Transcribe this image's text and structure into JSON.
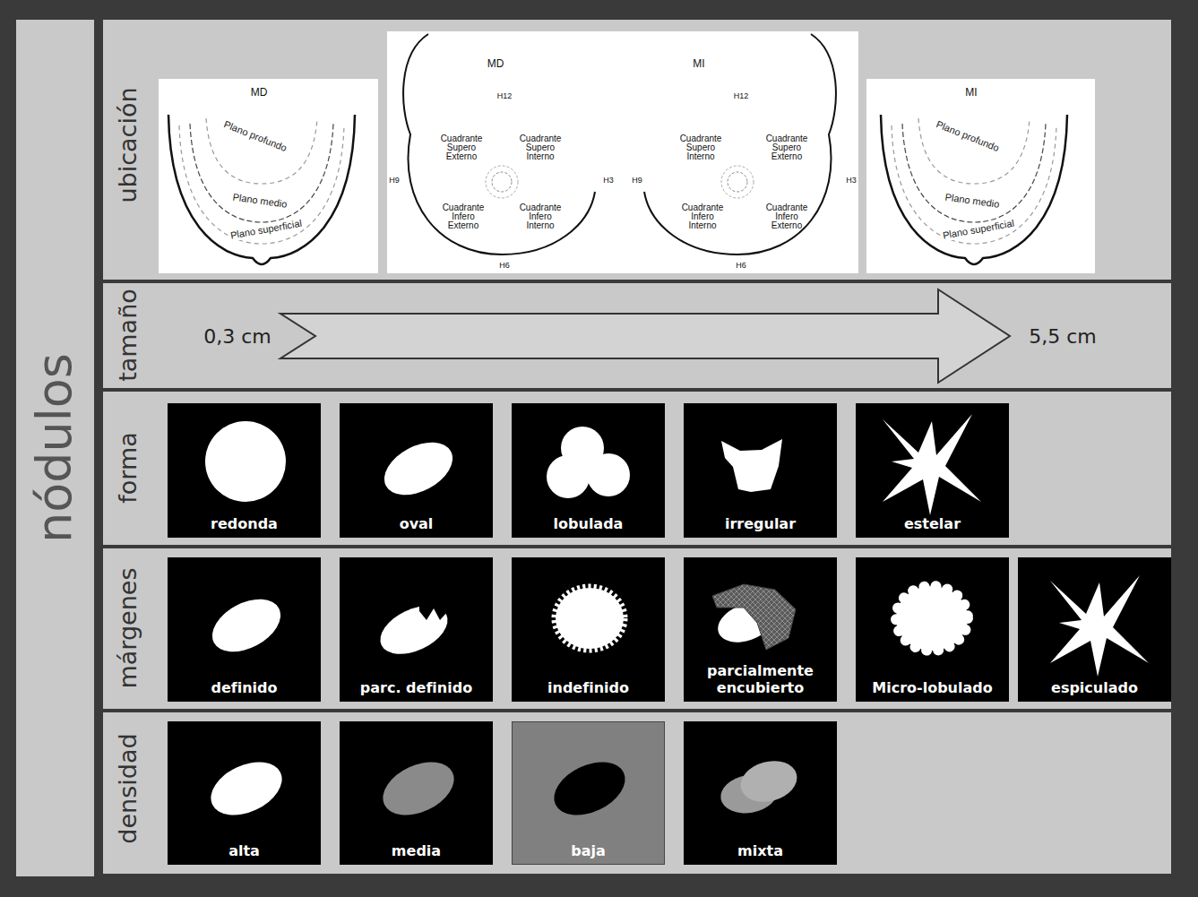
{
  "diagram": {
    "nodes": [
      {
        "text": [
          "nódulos"
        ]
      },
      {
        "text": [
          "ubicación"
        ]
      },
      {
        "text": [
          "MD",
          "Plano profundo",
          "Plano medio",
          "Plano superficial"
        ],
        "in": 1
      },
      {
        "text": [
          "MD",
          "MI",
          "H12",
          "H12",
          "Cuadrante Supero Externo",
          "Cuadrante Supero Interno",
          "Cuadrante Supero Interno",
          "Cuadrante Supero Externo",
          "H9",
          "H3",
          "H9",
          "H3",
          "Cuadrante Infero Externo",
          "Cuadrante Infero Interno",
          "Cuadrante Infero Interno",
          "Cuadrante Infero Externo",
          "H6",
          "H6"
        ],
        "in": 1
      },
      {
        "text": [
          "MI",
          "Plano profundo",
          "Plano medio",
          "Plano superficial"
        ],
        "in": 1
      },
      {
        "text": [
          "tamaño"
        ]
      },
      {
        "text": [
          "forma"
        ]
      },
      {
        "text": [
          "redonda"
        ],
        "in": 6
      },
      {
        "text": [
          "oval"
        ],
        "in": 6
      },
      {
        "text": [
          "lobulada"
        ],
        "in": 6
      },
      {
        "text": [
          "irregular"
        ],
        "in": 6
      },
      {
        "text": [
          "estelar"
        ],
        "in": 6
      },
      {
        "text": [
          "márgenes"
        ]
      },
      {
        "text": [
          "definido"
        ],
        "in": 12
      },
      {
        "text": [
          "parc. definido"
        ],
        "in": 12
      },
      {
        "text": [
          "indefinido"
        ],
        "in": 12
      },
      {
        "text": [
          "parcialmente encubierto"
        ],
        "in": 12
      },
      {
        "text": [
          "Micro-lobulado"
        ],
        "in": 12
      },
      {
        "text": [
          "espiculado"
        ],
        "in": 12
      },
      {
        "text": [
          "densidad"
        ]
      },
      {
        "text": [
          "alta"
        ],
        "in": 19
      },
      {
        "text": [
          "media"
        ],
        "in": 19
      },
      {
        "text": [
          "baja"
        ],
        "in": 19
      },
      {
        "text": [
          "mixta"
        ],
        "in": 19
      }
    ],
    "labels": [
      "0,3 cm",
      "5,5 cm"
    ]
  }
}
